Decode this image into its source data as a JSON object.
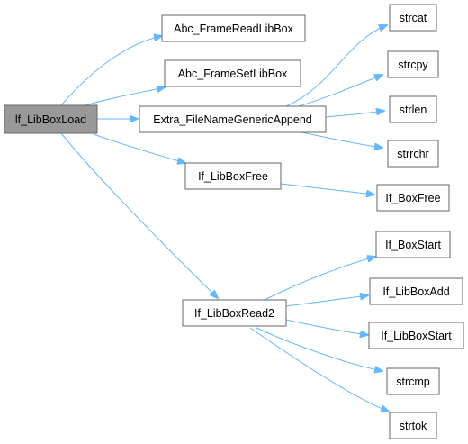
{
  "graph": {
    "nodes": {
      "root": "lf_LibBoxLoad",
      "abc_read": "Abc_FrameReadLibBox",
      "abc_set": "Abc_FrameSetLibBox",
      "extra": "Extra_FileNameGenericAppend",
      "free": "If_LibBoxFree",
      "read2": "If_LibBoxRead2",
      "strcat": "strcat",
      "strcpy": "strcpy",
      "strlen": "strlen",
      "strrchr": "strrchr",
      "boxfree": "If_BoxFree",
      "boxstart": "If_BoxStart",
      "libboxadd": "If_LibBoxAdd",
      "libboxstart": "If_LibBoxStart",
      "strcmp": "strcmp",
      "strtok": "strtok"
    },
    "colors": {
      "edge": "#63b8ff",
      "node_border": "#666666",
      "root_fill": "#999999",
      "node_fill": "#ffffff"
    }
  }
}
